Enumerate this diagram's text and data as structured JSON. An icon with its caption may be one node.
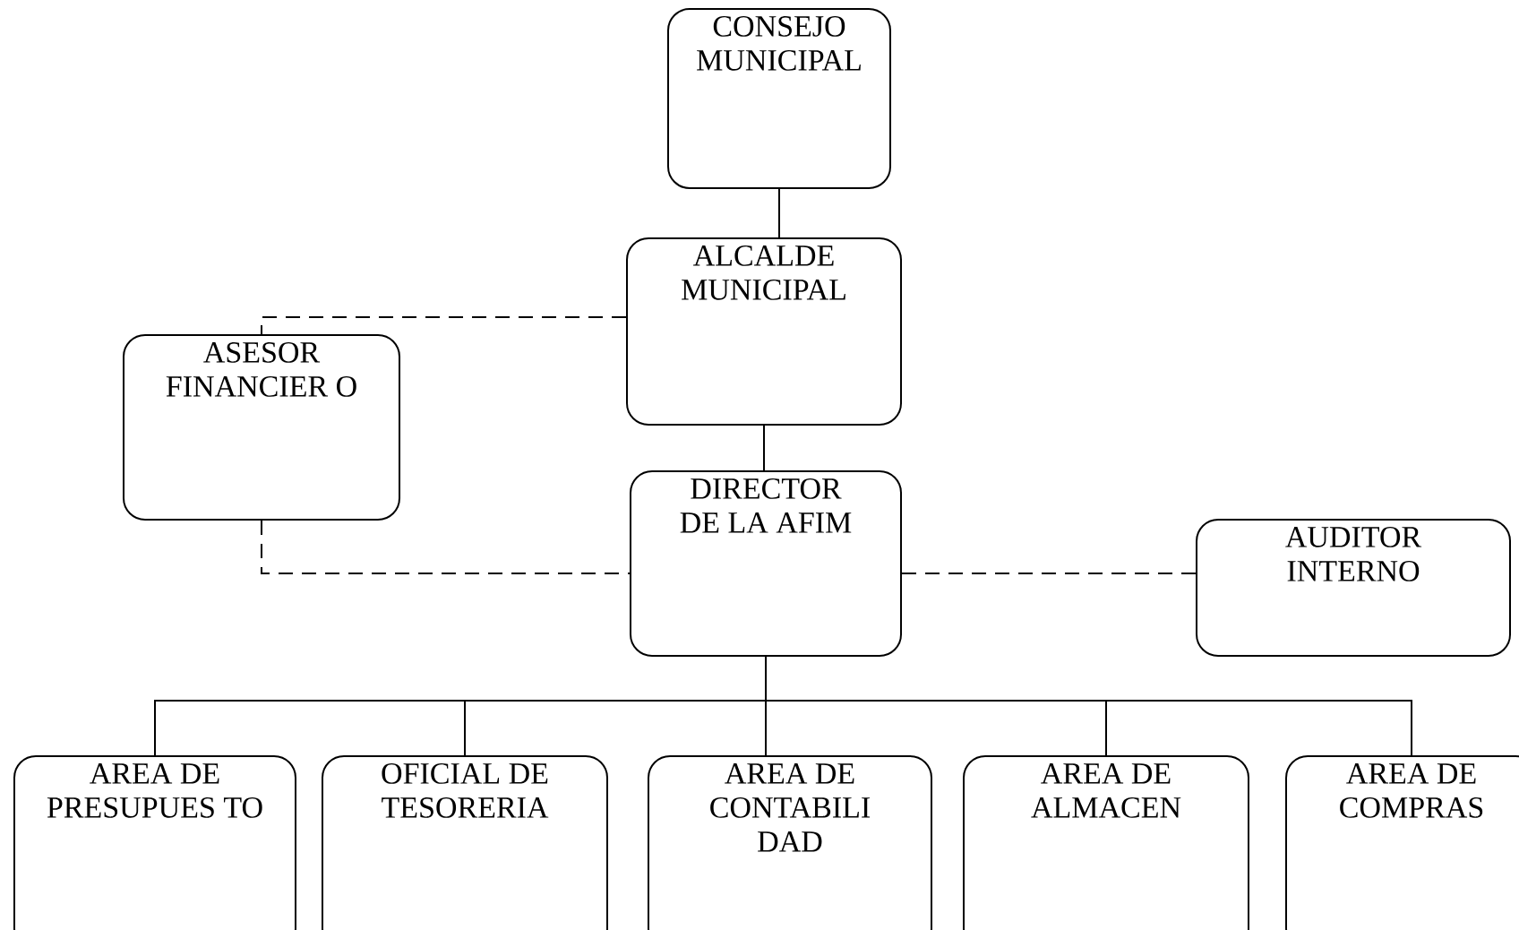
{
  "diagram": {
    "nodes": [
      {
        "text": [
          "CONSEJO MUNICIPAL"
        ]
      },
      {
        "text": [
          "ALCALDE MUNICIPAL"
        ]
      },
      {
        "text": [
          "ASESOR FINANCIER O"
        ]
      },
      {
        "text": [
          "DIRECTOR DE LA AFIM"
        ]
      },
      {
        "text": [
          "AUDITOR INTERNO"
        ]
      },
      {
        "text": [
          "AREA DE PRESUPUES TO"
        ]
      },
      {
        "text": [
          "OFICIAL DE TESORERIA"
        ]
      },
      {
        "text": [
          "AREA DE CONTABILI DAD"
        ]
      },
      {
        "text": [
          "AREA DE ALMACEN"
        ]
      },
      {
        "text": [
          "AREA DE COMPRAS"
        ]
      }
    ],
    "edges": [
      {
        "from": 0,
        "to": 1,
        "arrow": "none"
      },
      {
        "from": 1,
        "to": 3,
        "arrow": "none"
      },
      {
        "from": 1,
        "to": 2,
        "arrow": "none",
        "style": "dashed"
      },
      {
        "from": 2,
        "to": 3,
        "arrow": "none",
        "style": "dashed"
      },
      {
        "from": 3,
        "to": 4,
        "arrow": "none",
        "style": "dashed"
      },
      {
        "from": 3,
        "to": 5,
        "arrow": "none"
      },
      {
        "from": 3,
        "to": 6,
        "arrow": "none"
      },
      {
        "from": 3,
        "to": 7,
        "arrow": "none"
      },
      {
        "from": 3,
        "to": 8,
        "arrow": "none"
      },
      {
        "from": 3,
        "to": 9,
        "arrow": "none"
      }
    ]
  }
}
